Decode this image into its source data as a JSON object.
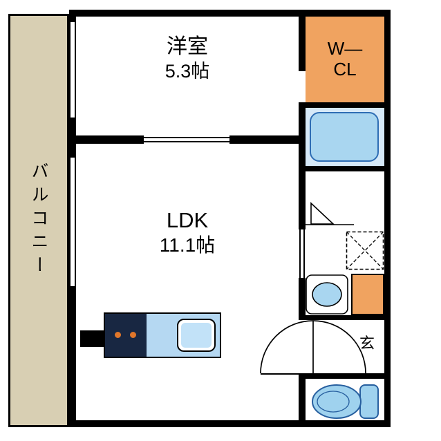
{
  "floorplan": {
    "balcony": {
      "label": "バルコニー"
    },
    "western_room": {
      "name": "洋室",
      "size": "5.3帖"
    },
    "ldk": {
      "name": "LDK",
      "size": "11.1帖"
    },
    "walk_in_closet": {
      "line1": "W―",
      "line2": "CL"
    },
    "entrance": {
      "label": "玄"
    },
    "colors": {
      "wall": "#000000",
      "balcony_fill": "#d8cfb3",
      "closet_fill": "#f0a360",
      "bath_room_fill": "#d6e9f8",
      "bathtub_fill": "#a9d6f0",
      "fixture_blue": "#9fd2ee",
      "counter_fill": "#b5d8f2",
      "stove_fill": "#182742",
      "burner_orange": "#e0762a"
    }
  }
}
